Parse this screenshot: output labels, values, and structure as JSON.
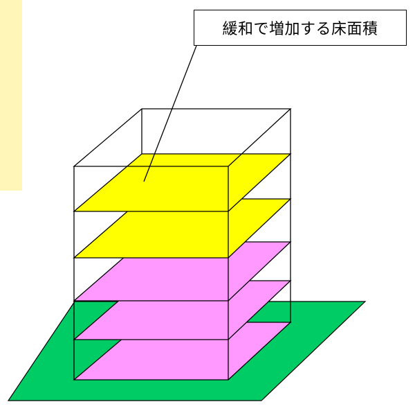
{
  "callout": {
    "text": "緩和で増加する床面積"
  },
  "colors": {
    "side_panel": "#fff6b8",
    "ground": "#00cc66",
    "added_floor": "#ffff00",
    "existing_floor": "#ff99ff",
    "outline": "#000000"
  },
  "building": {
    "added_floor_count": 2,
    "existing_floor_count": 3
  }
}
